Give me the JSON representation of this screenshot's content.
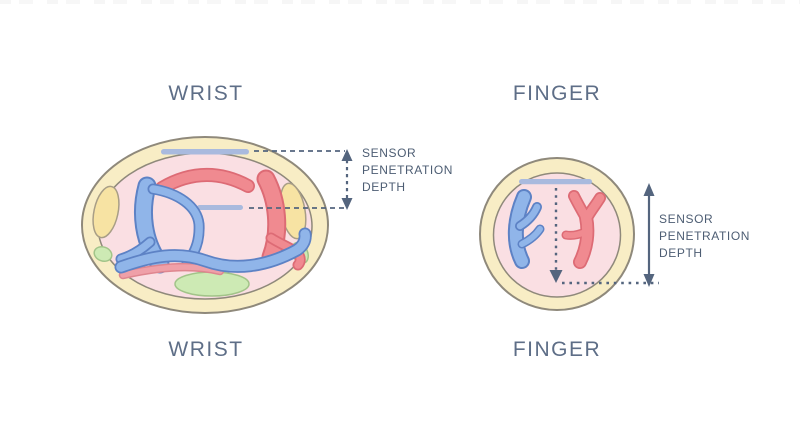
{
  "labels": {
    "wrist_top": "WRIST",
    "wrist_bottom": "WRIST",
    "finger_top": "FINGER",
    "finger_bottom": "FINGER"
  },
  "annotations": {
    "wrist": {
      "line1": "SENSOR",
      "line2": "PENETRATION",
      "line3": "DEPTH"
    },
    "finger": {
      "line1": "SENSOR",
      "line2": "PENETRATION",
      "line3": "DEPTH"
    }
  },
  "icons": {
    "wrist_depth_arrow": "dashed-double-arrow-icon",
    "finger_depth_arrow": "solid-double-arrow-icon",
    "finger_probe_arrow": "dotted-down-arrow-icon"
  },
  "palette": {
    "background": "#ffffff",
    "label_text": "#5e6e87",
    "annotation_text": "#4d5d73",
    "arrow": "#54657e",
    "outline": "#8f897b",
    "skin": "#f8edc5",
    "tissue_pink": "#fadfe3",
    "sensor_bar": "#a9bade",
    "vein_fill": "#90b5e9",
    "vein_stroke": "#5d82c5",
    "artery_fill": "#f08a90",
    "artery_stroke": "#dd6b75",
    "ligament_fill": "#efa0a8",
    "ligament_stroke": "#df868f",
    "bone_fill": "#f7e3a3",
    "bone_stroke": "#a89e86",
    "nerve_fill": "#cdeab4",
    "nerve_stroke": "#a2c489"
  }
}
